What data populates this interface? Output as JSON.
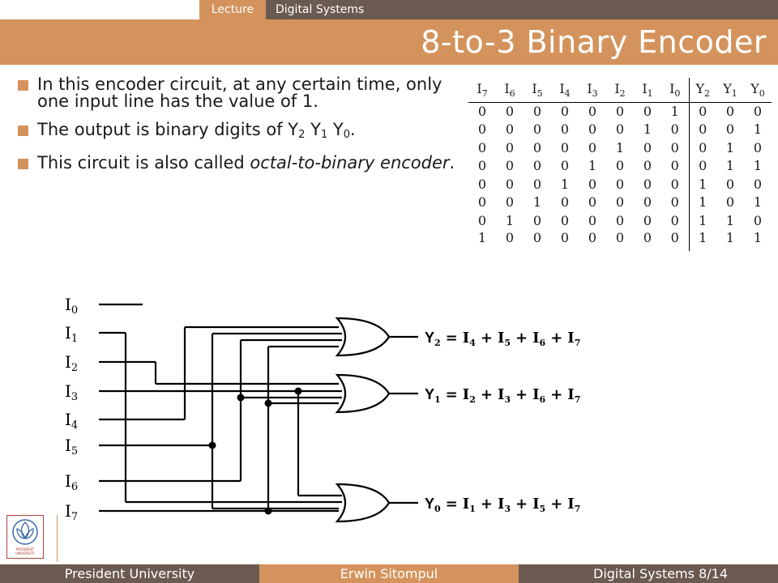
{
  "header": {
    "tab_lecture": "Lecture",
    "tab_course": "Digital Systems",
    "title": "8-to-3 Binary Encoder"
  },
  "bullets": [
    {
      "text": "In this encoder circuit, at any certain time, only one input line has the value of 1."
    },
    {
      "prefix": "The output is binary digits of Y",
      "s1": "2",
      "m1": " Y",
      "s2": "1",
      "m2": " Y",
      "s3": "0",
      "suffix": "."
    },
    {
      "prefix": "This circuit is also called ",
      "em": "octal-to-binary encoder",
      "suffix": "."
    }
  ],
  "truth_table": {
    "inputs": [
      {
        "base": "I",
        "sub": "7"
      },
      {
        "base": "I",
        "sub": "6"
      },
      {
        "base": "I",
        "sub": "5"
      },
      {
        "base": "I",
        "sub": "4"
      },
      {
        "base": "I",
        "sub": "3"
      },
      {
        "base": "I",
        "sub": "2"
      },
      {
        "base": "I",
        "sub": "1"
      },
      {
        "base": "I",
        "sub": "0"
      }
    ],
    "outputs": [
      {
        "base": "Y",
        "sub": "2"
      },
      {
        "base": "Y",
        "sub": "1"
      },
      {
        "base": "Y",
        "sub": "0"
      }
    ],
    "rows": [
      [
        "0",
        "0",
        "0",
        "0",
        "0",
        "0",
        "0",
        "1",
        "0",
        "0",
        "0"
      ],
      [
        "0",
        "0",
        "0",
        "0",
        "0",
        "0",
        "1",
        "0",
        "0",
        "0",
        "1"
      ],
      [
        "0",
        "0",
        "0",
        "0",
        "0",
        "1",
        "0",
        "0",
        "0",
        "1",
        "0"
      ],
      [
        "0",
        "0",
        "0",
        "0",
        "1",
        "0",
        "0",
        "0",
        "0",
        "1",
        "1"
      ],
      [
        "0",
        "0",
        "0",
        "1",
        "0",
        "0",
        "0",
        "0",
        "1",
        "0",
        "0"
      ],
      [
        "0",
        "0",
        "1",
        "0",
        "0",
        "0",
        "0",
        "0",
        "1",
        "0",
        "1"
      ],
      [
        "0",
        "1",
        "0",
        "0",
        "0",
        "0",
        "0",
        "0",
        "1",
        "1",
        "0"
      ],
      [
        "1",
        "0",
        "0",
        "0",
        "0",
        "0",
        "0",
        "0",
        "1",
        "1",
        "1"
      ]
    ]
  },
  "circuit": {
    "inputs": [
      {
        "base": "I",
        "sub": "0"
      },
      {
        "base": "I",
        "sub": "1"
      },
      {
        "base": "I",
        "sub": "2"
      },
      {
        "base": "I",
        "sub": "3"
      },
      {
        "base": "I",
        "sub": "4"
      },
      {
        "base": "I",
        "sub": "5"
      },
      {
        "base": "I",
        "sub": "6"
      },
      {
        "base": "I",
        "sub": "7"
      }
    ],
    "eq_y2": {
      "out": "Y",
      "out_sub": "2",
      "t1": "I",
      "s1": "4",
      "t2": "I",
      "s2": "5",
      "t3": "I",
      "s3": "6",
      "t4": "I",
      "s4": "7"
    },
    "eq_y1": {
      "out": "Y",
      "out_sub": "1",
      "t1": "I",
      "s1": "2",
      "t2": "I",
      "s2": "3",
      "t3": "I",
      "s3": "6",
      "t4": "I",
      "s4": "7"
    },
    "eq_y0": {
      "out": "Y",
      "out_sub": "0",
      "t1": "I",
      "s1": "1",
      "t2": "I",
      "s2": "3",
      "t3": "I",
      "s3": "5",
      "t4": "I",
      "s4": "7"
    },
    "equals": "=",
    "plus": "+"
  },
  "logo": {
    "text": "PRESIDENT UNIVERSITY"
  },
  "footer": {
    "university": "President University",
    "author": "Erwin Sitompul",
    "page": "Digital Systems 8/14"
  },
  "colors": {
    "accent": "#d4935c",
    "dark": "#6b5a50"
  }
}
